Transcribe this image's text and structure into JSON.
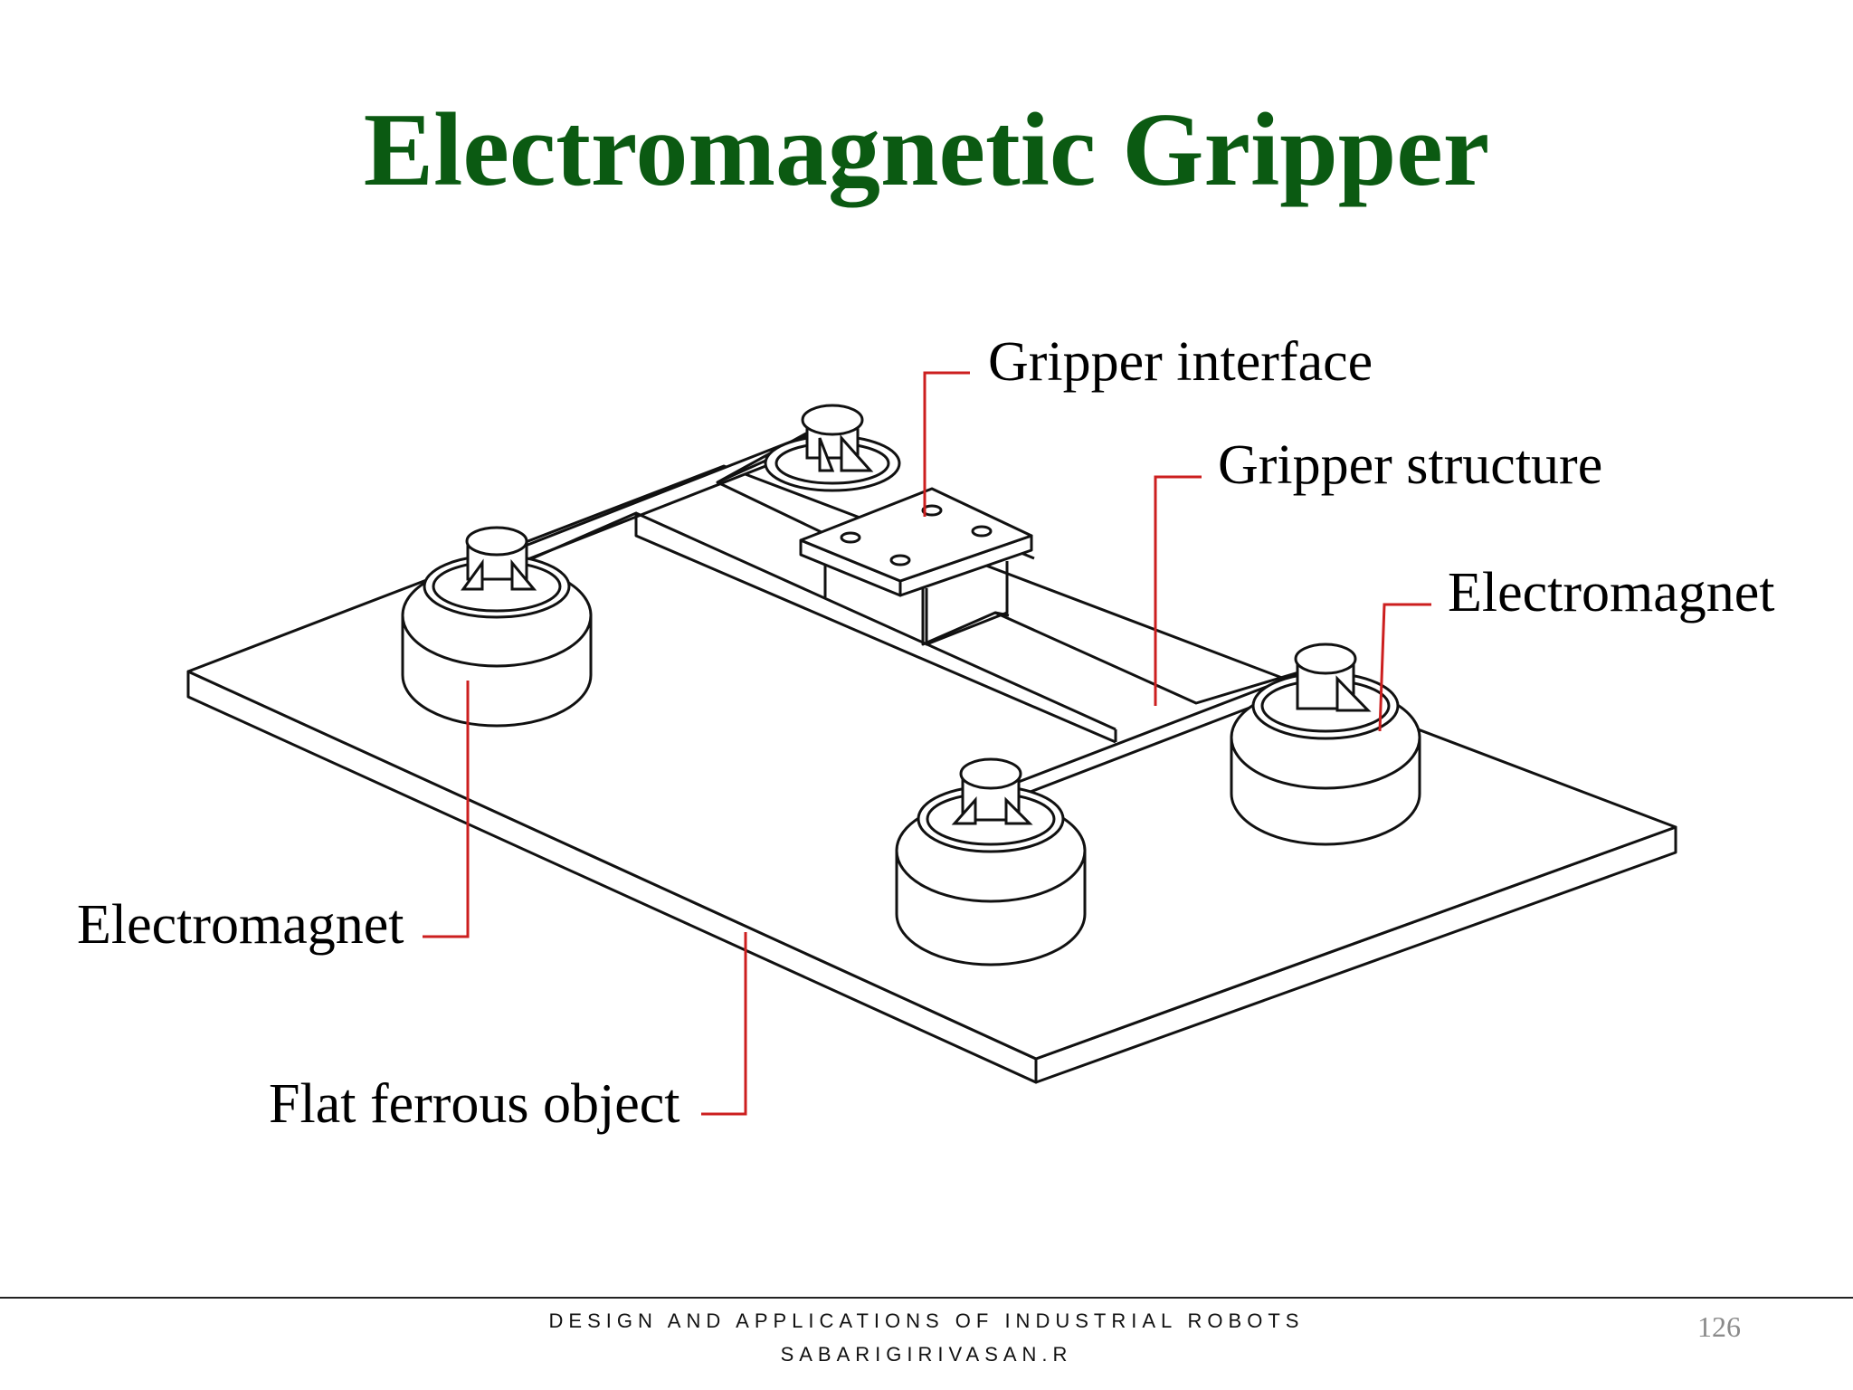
{
  "slide": {
    "title": "Electromagnetic Gripper",
    "title_color": "#0b5a12",
    "leader_color": "#cc1f1f"
  },
  "diagram": {
    "labels": {
      "gripper_interface": "Gripper interface",
      "gripper_structure": "Gripper structure",
      "electromagnet_right": "Electromagnet",
      "electromagnet_left": "Electromagnet",
      "flat_ferrous_object": "Flat ferrous object"
    }
  },
  "footer": {
    "line1": "DESIGN AND APPLICATIONS OF INDUSTRIAL ROBOTS",
    "line2": "SABARIGIRIVASAN.R",
    "page_number": "126"
  }
}
